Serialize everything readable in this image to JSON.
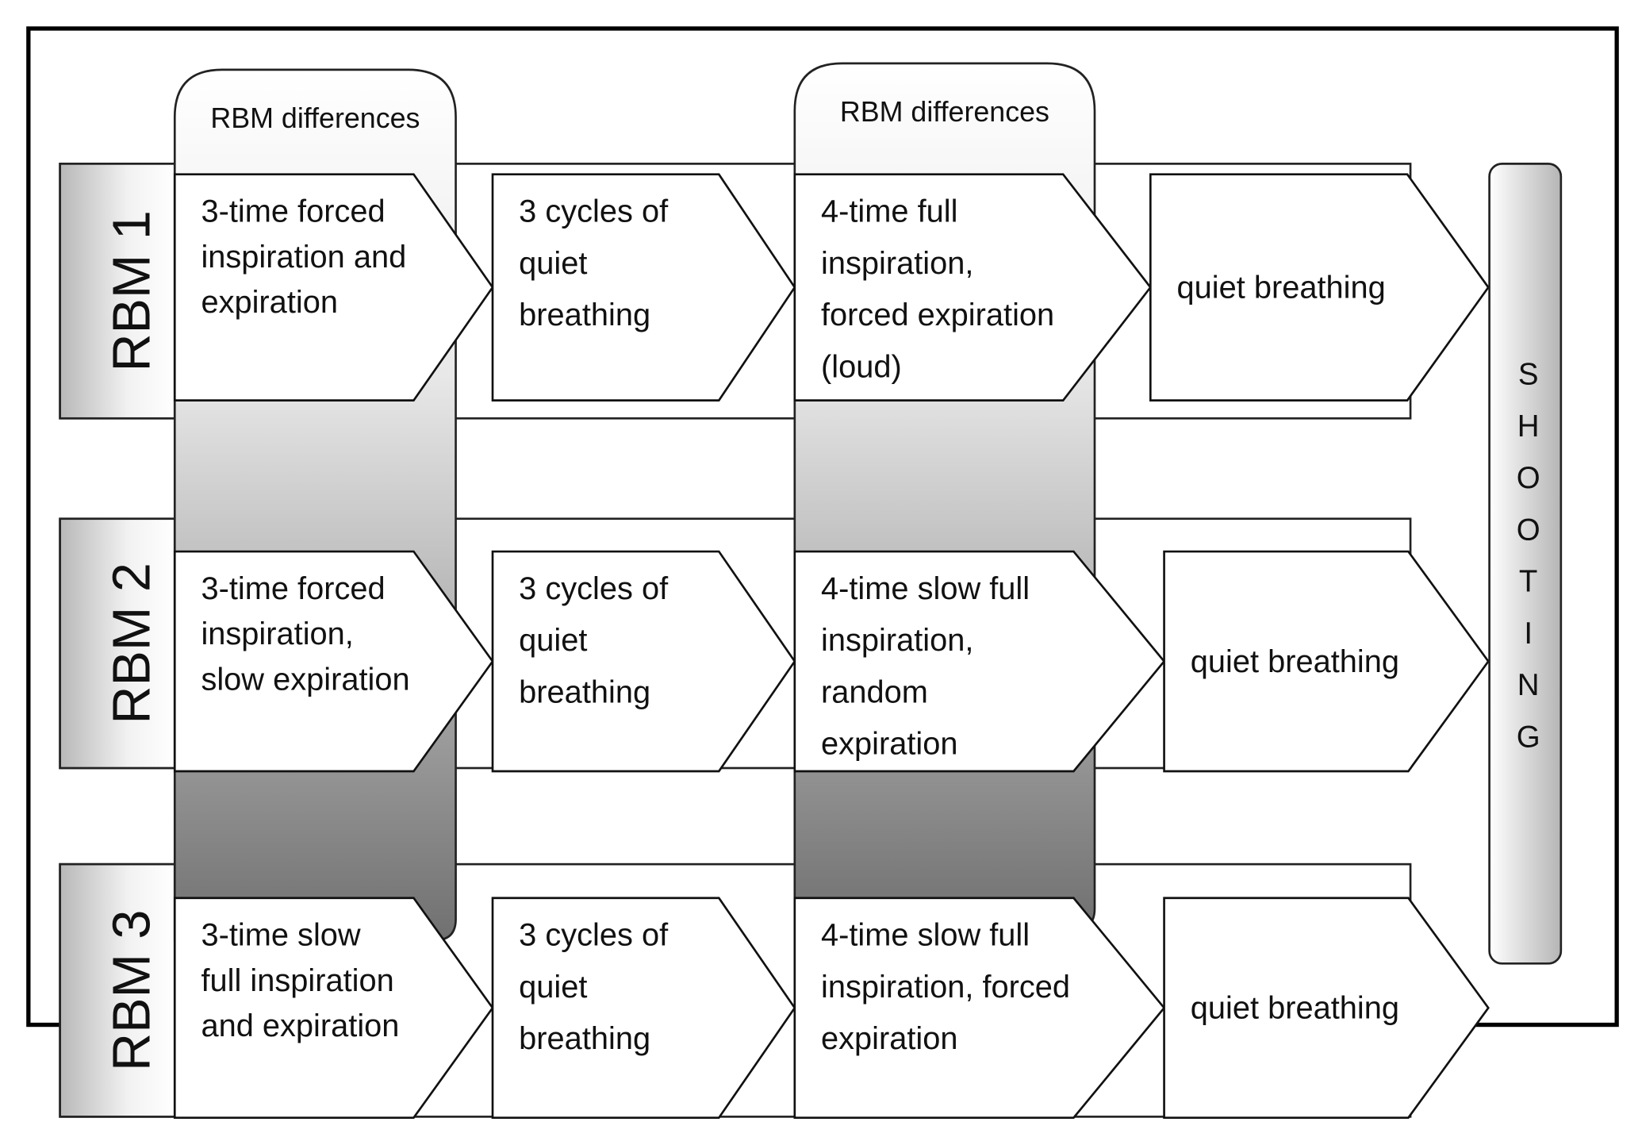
{
  "column_headers": [
    "RBM differences",
    "RBM differences"
  ],
  "shooting_label": "SHOOTING",
  "rows": [
    {
      "label": "RBM 1",
      "steps": [
        [
          "3-time forced",
          "inspiration and",
          "expiration"
        ],
        [
          "3 cycles of",
          "quiet",
          "breathing"
        ],
        [
          "4-time full",
          "inspiration,",
          "forced expiration",
          "(loud)"
        ],
        [
          "quiet breathing"
        ]
      ]
    },
    {
      "label": "RBM 2",
      "steps": [
        [
          "3-time forced",
          "inspiration,",
          "slow expiration"
        ],
        [
          "3 cycles of",
          "quiet",
          "breathing"
        ],
        [
          "4-time slow full",
          "inspiration,",
          "random",
          "expiration"
        ],
        [
          "quiet breathing"
        ]
      ]
    },
    {
      "label": "RBM 3",
      "steps": [
        [
          "3-time slow",
          "full inspiration",
          "and expiration"
        ],
        [
          "3 cycles of",
          "quiet",
          "breathing"
        ],
        [
          "4-time slow full",
          "inspiration, forced",
          "expiration"
        ],
        [
          "quiet breathing"
        ]
      ]
    }
  ]
}
